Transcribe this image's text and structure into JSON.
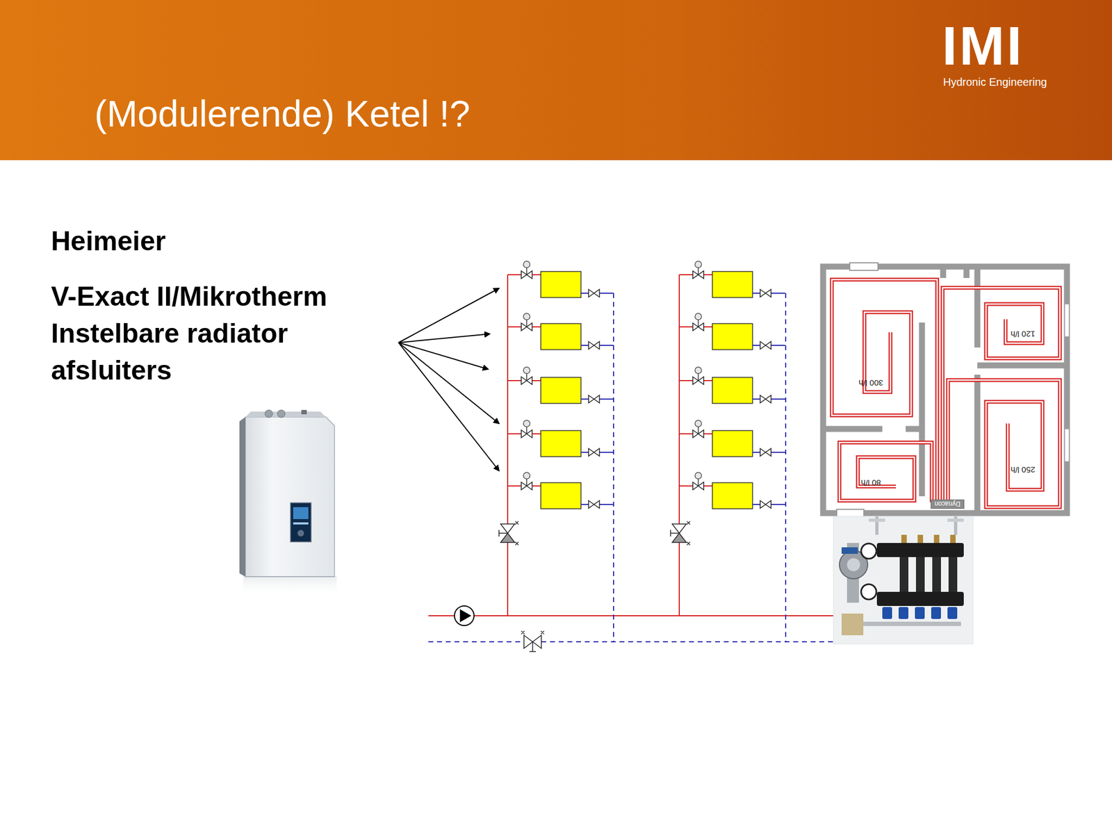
{
  "diagram": {
    "title": "(Modulerende) Ketel !?",
    "nodes": [
      {
        "text": [
          "Dynacon"
        ]
      }
    ],
    "labels": [
      "IMI",
      "Hydronic Engineering",
      "Heimeier",
      "V-Exact II/Mikrotherm Instelbare radiator afsluiters",
      "300 l/h",
      "120 l/h",
      "250 l/h",
      "80 l/h"
    ]
  }
}
